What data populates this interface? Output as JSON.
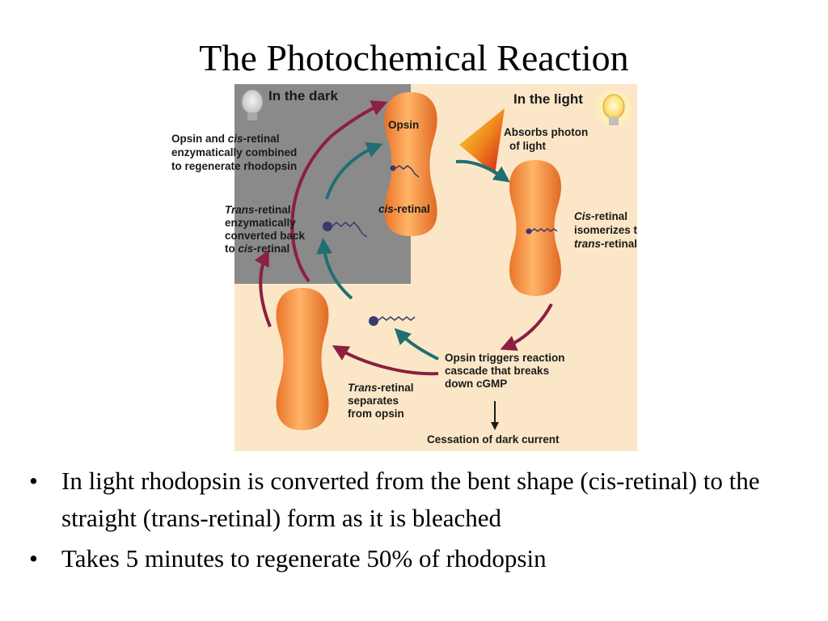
{
  "slide": {
    "title": "The Photochemical Reaction"
  },
  "diagram": {
    "dark_header": "In the dark",
    "light_header": "In the light",
    "opsin_label": "Opsin",
    "cis_retinal_label_italic": "cis",
    "cis_retinal_label_rest": "-retinal",
    "absorbs_line1": "Absorbs photon",
    "absorbs_line2": "of light",
    "isomerizes_line1_italic": "Cis",
    "isomerizes_line1_rest": "-retinal",
    "isomerizes_line2": "isomerizes to",
    "isomerizes_line3_italic": "trans",
    "isomerizes_line3_rest": "-retinal",
    "cascade_line1": "Opsin triggers reaction",
    "cascade_line2": "cascade that breaks",
    "cascade_line3": "down cGMP",
    "cessation": "Cessation of dark current",
    "separates_line1_italic": "Trans",
    "separates_line1_rest": "-retinal",
    "separates_line2": "separates",
    "separates_line3": "from opsin",
    "converted_line1_italic": "Trans",
    "converted_line1_rest": "-retinal",
    "converted_line2": "enzymatically",
    "converted_line3": "converted back",
    "converted_line4_pre": "to ",
    "converted_line4_italic": "cis",
    "converted_line4_rest": "-retinal",
    "combined_line1_pre": "Opsin and ",
    "combined_line1_italic": "cis",
    "combined_line1_rest": "-retinal",
    "combined_line2": "enzymatically combined",
    "combined_line3": "to regenerate rhodopsin",
    "colors": {
      "dark_panel": "#8a8a8a",
      "light_panel": "#fbe7c8",
      "opsin_orange": "#f5963a",
      "arrow_maroon": "#8b2040",
      "arrow_teal": "#1f6f73",
      "retinal_purple": "#3b3970"
    }
  },
  "bullets": [
    "In light rhodopsin is converted from the bent shape (cis-retinal) to the straight (trans-retinal) form as it is bleached",
    "Takes 5 minutes to regenerate 50% of rhodopsin"
  ],
  "bullet_marker": "•"
}
